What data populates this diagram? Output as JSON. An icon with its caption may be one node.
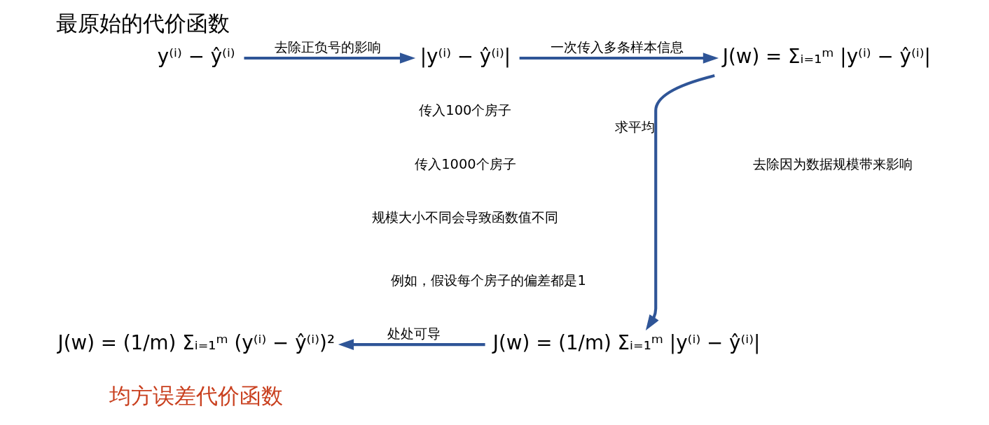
{
  "diagram": {
    "title": "最原始的代价函数",
    "nodes": [
      {
        "text": [
          "y⁽ⁱ⁾ − ŷ⁽ⁱ⁾"
        ]
      },
      {
        "text": [
          "|y⁽ⁱ⁾ − ŷ⁽ⁱ⁾|"
        ]
      },
      {
        "text": [
          "J(w) = Σᵢ₌₁ᵐ |y⁽ⁱ⁾ − ŷ⁽ⁱ⁾|"
        ]
      },
      {
        "text": [
          "J(w) = (1/m) Σᵢ₌₁ᵐ |y⁽ⁱ⁾ − ŷ⁽ⁱ⁾|"
        ]
      },
      {
        "text": [
          "J(w) = (1/m) Σᵢ₌₁ᵐ (y⁽ⁱ⁾ − ŷ⁽ⁱ⁾)²"
        ],
        "beside": [
          "均方误差代价函数"
        ]
      }
    ],
    "edges": [
      {
        "from": 0,
        "to": 1,
        "arrow": "to",
        "label": "去除正负号的影响"
      },
      {
        "from": 1,
        "to": 2,
        "arrow": "to",
        "label": "一次传入多条样本信息"
      },
      {
        "from": 2,
        "to": 3,
        "arrow": "to",
        "label": "求平均"
      },
      {
        "from": 3,
        "to": 4,
        "arrow": "to",
        "label": "处处可导"
      }
    ],
    "labels": [
      "去除因为数据规模带来影响",
      "传入100个房子",
      "传入1000个房子",
      "规模大小不同会导致函数值不同",
      "例如，假设每个房子的偏差都是1"
    ]
  }
}
